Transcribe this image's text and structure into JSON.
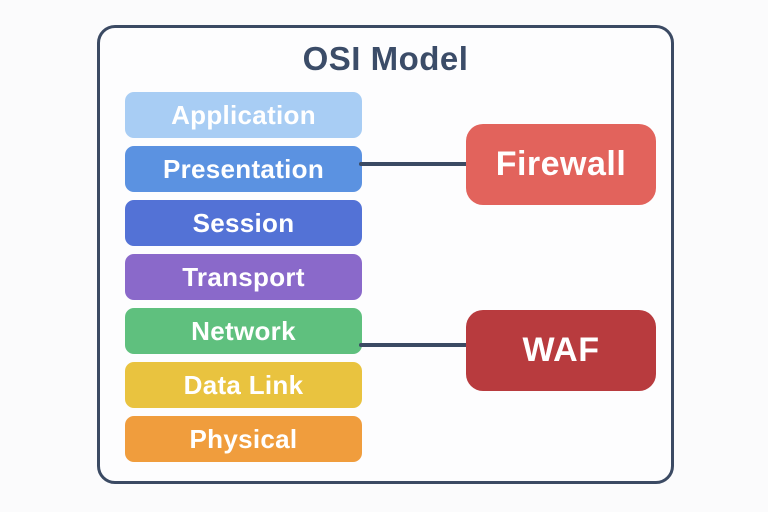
{
  "diagram": {
    "title": "OSI Model",
    "outline_color": "#3b4a63",
    "title_color": "#3b4c68",
    "panel_background": "#fdfdfe",
    "page_background": "#fbfbfc",
    "connector_color": "#3b4a63"
  },
  "layers": [
    {
      "label": "Application",
      "color": "#a8cdf4"
    },
    {
      "label": "Presentation",
      "color": "#5b92e1"
    },
    {
      "label": "Session",
      "color": "#5372d6"
    },
    {
      "label": "Transport",
      "color": "#8a69ca"
    },
    {
      "label": "Network",
      "color": "#5fc07e"
    },
    {
      "label": "Data Link",
      "color": "#e9c33f"
    },
    {
      "label": "Physical",
      "color": "#f09d3d"
    }
  ],
  "security_nodes": [
    {
      "label": "Firewall",
      "color": "#e2635c"
    },
    {
      "label": "WAF",
      "color": "#b83b3e"
    }
  ],
  "connections": [
    {
      "from": "Presentation",
      "to": "Firewall"
    },
    {
      "from": "Network",
      "to": "WAF"
    }
  ]
}
